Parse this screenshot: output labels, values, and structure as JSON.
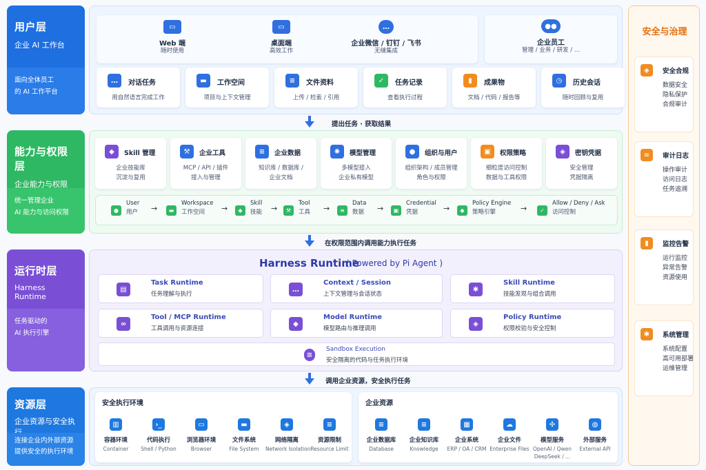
{
  "layers": {
    "user": {
      "title": "用户层",
      "subtitle": "企业 AI 工作台",
      "desc1": "面向全体员工",
      "desc2": "的 AI 工作平台",
      "color": "#1e6fe0"
    },
    "capability": {
      "title": "能力与权限层",
      "subtitle": "企业能力与权限",
      "desc1": "统一管理企业",
      "desc2": "AI 能力与访问权限",
      "color": "#2fb863"
    },
    "runtime": {
      "title": "运行时层",
      "subtitle": "Harness Runtime",
      "desc1": "任务驱动的",
      "desc2": "AI 执行引擎",
      "color": "#7a4fd6"
    },
    "resource": {
      "title": "资源层",
      "subtitle": "企业资源与安全执行",
      "desc1": "连接企业内外部资源",
      "desc2": "提供安全的执行环境",
      "color": "#1e78e0"
    }
  },
  "endpoints": [
    {
      "title": "Web 端",
      "sub": "随时使用",
      "icon": "laptop-icon"
    },
    {
      "title": "桌面端",
      "sub": "高效工作",
      "icon": "monitor-icon"
    },
    {
      "title": "企业微信 / 钉钉 / 飞书",
      "sub": "无缝集成",
      "icon": "chat-bubble-icon"
    },
    {
      "title": "企业员工",
      "sub": "管理 / 业务 / 研发 / ...",
      "icon": "users-icon"
    }
  ],
  "user_features": [
    {
      "title": "对话任务",
      "sub": "用自然语言完成工作",
      "icon": "chat-icon",
      "color": "#2f6fe0"
    },
    {
      "title": "工作空间",
      "sub": "项目与上下文管理",
      "icon": "folder-icon",
      "color": "#2f6fe0"
    },
    {
      "title": "文件资料",
      "sub": "上传 / 检索 / 引用",
      "icon": "document-icon",
      "color": "#2f6fe0"
    },
    {
      "title": "任务记录",
      "sub": "查看执行过程",
      "icon": "checklist-icon",
      "color": "#2fb863"
    },
    {
      "title": "成果物",
      "sub": "文档 / 代码 / 报告等",
      "icon": "bar-chart-icon",
      "color": "#f18c1f"
    },
    {
      "title": "历史会话",
      "sub": "随时回顾与复用",
      "icon": "clock-icon",
      "color": "#2f6fe0"
    }
  ],
  "arrows": {
    "a1": "提出任务 · 获取结果",
    "a2": "在权限范围内调用能力执行任务",
    "a3": "调用企业资源，安全执行任务"
  },
  "cap_cards": [
    {
      "title": "Skill 管理",
      "l1": "企业技能库",
      "l2": "沉淀与复用",
      "icon": "cube-icon",
      "color": "#7a4fd6"
    },
    {
      "title": "企业工具",
      "l1": "MCP / API / 插件",
      "l2": "接入与管理",
      "icon": "wrench-icon",
      "color": "#2f6fe0"
    },
    {
      "title": "企业数据",
      "l1": "知识库 / 数据库 /",
      "l2": "企业文档",
      "icon": "database-icon",
      "color": "#2f6fe0"
    },
    {
      "title": "模型管理",
      "l1": "多模型接入",
      "l2": "企业私有模型",
      "icon": "brain-icon",
      "color": "#2f6fe0"
    },
    {
      "title": "组织与用户",
      "l1": "组织架构 / 成员管理",
      "l2": "角色与权限",
      "icon": "group-icon",
      "color": "#2f6fe0"
    },
    {
      "title": "权限策略",
      "l1": "细粒度访问控制",
      "l2": "数据与工具权限",
      "icon": "lock-icon",
      "color": "#f18c1f"
    },
    {
      "title": "密钥凭据",
      "l1": "安全管理",
      "l2": "凭据隔离",
      "icon": "shield-icon",
      "color": "#7a4fd6"
    }
  ],
  "flow": [
    {
      "en": "User",
      "zh": "用户",
      "icon": "user-icon"
    },
    {
      "en": "Workspace",
      "zh": "工作空间",
      "icon": "folder-icon"
    },
    {
      "en": "Skill",
      "zh": "技能",
      "icon": "cube-icon"
    },
    {
      "en": "Tool",
      "zh": "工具",
      "icon": "wrench-icon"
    },
    {
      "en": "Data",
      "zh": "数据",
      "icon": "database-icon"
    },
    {
      "en": "Credential",
      "zh": "凭据",
      "icon": "lock-icon"
    },
    {
      "en": "Policy Engine",
      "zh": "策略引擎",
      "icon": "policy-icon"
    },
    {
      "en": "Allow / Deny / Ask",
      "zh": "访问控制",
      "icon": "clock-check-icon"
    }
  ],
  "runtime": {
    "title": "Harness Runtime",
    "powered": "( Powered by Pi Agent )",
    "items": [
      {
        "title": "Task Runtime",
        "sub": "任务理解与执行",
        "icon": "task-icon"
      },
      {
        "title": "Context / Session",
        "sub": "上下文管理与会话状态",
        "icon": "chat-icon"
      },
      {
        "title": "Skill Runtime",
        "sub": "技能发现与组合调用",
        "icon": "gear-icon"
      },
      {
        "title": "Tool / MCP Runtime",
        "sub": "工具调用与资源连接",
        "icon": "link-icon"
      },
      {
        "title": "Model Runtime",
        "sub": "模型路由与推理调用",
        "icon": "cube-icon"
      },
      {
        "title": "Policy Runtime",
        "sub": "权限校验与安全控制",
        "icon": "shield-icon"
      }
    ],
    "sandbox": {
      "title": "Sandbox Execution",
      "sub": "安全隔离的代码与任务执行环境",
      "icon": "database-icon"
    }
  },
  "secure_env": {
    "title": "安全执行环境",
    "items": [
      {
        "zh": "容器环境",
        "en": "Container",
        "icon": "container-icon"
      },
      {
        "zh": "代码执行",
        "en": "Shell / Python",
        "icon": "terminal-icon"
      },
      {
        "zh": "浏览器环境",
        "en": "Browser",
        "icon": "browser-icon"
      },
      {
        "zh": "文件系统",
        "en": "File System",
        "icon": "folder-icon"
      },
      {
        "zh": "网络隔离",
        "en": "Network Isolation",
        "icon": "shield-icon"
      },
      {
        "zh": "资源限制",
        "en": "Resource Limit",
        "icon": "sliders-icon"
      }
    ]
  },
  "ent_res": {
    "title": "企业资源",
    "items": [
      {
        "zh": "企业数据库",
        "en": "Database",
        "icon": "database-icon"
      },
      {
        "zh": "企业知识库",
        "en": "Knowledge",
        "icon": "document-icon"
      },
      {
        "zh": "企业系统",
        "en": "ERP / OA / CRM",
        "icon": "grid-icon"
      },
      {
        "zh": "企业文件",
        "en": "Enterprise Files",
        "icon": "cloud-icon"
      },
      {
        "zh": "模型服务",
        "en": "OpenAI / Qwen",
        "en2": "DeepSeek / ...",
        "icon": "network-icon"
      },
      {
        "zh": "外部服务",
        "en": "External API",
        "icon": "globe-icon"
      }
    ]
  },
  "governance": {
    "title": "安全与治理",
    "cards": [
      {
        "title": "安全合规",
        "items": [
          "数据安全",
          "隐私保护",
          "合规审计"
        ],
        "icon": "shield-icon"
      },
      {
        "title": "审计日志",
        "items": [
          "操作审计",
          "访问日志",
          "任务追溯"
        ],
        "icon": "document-icon"
      },
      {
        "title": "监控告警",
        "items": [
          "运行监控",
          "异常告警",
          "资源使用"
        ],
        "icon": "bar-chart-icon"
      },
      {
        "title": "系统管理",
        "items": [
          "系统配置",
          "高可用部署",
          "运维管理"
        ],
        "icon": "gear-icon"
      }
    ]
  }
}
